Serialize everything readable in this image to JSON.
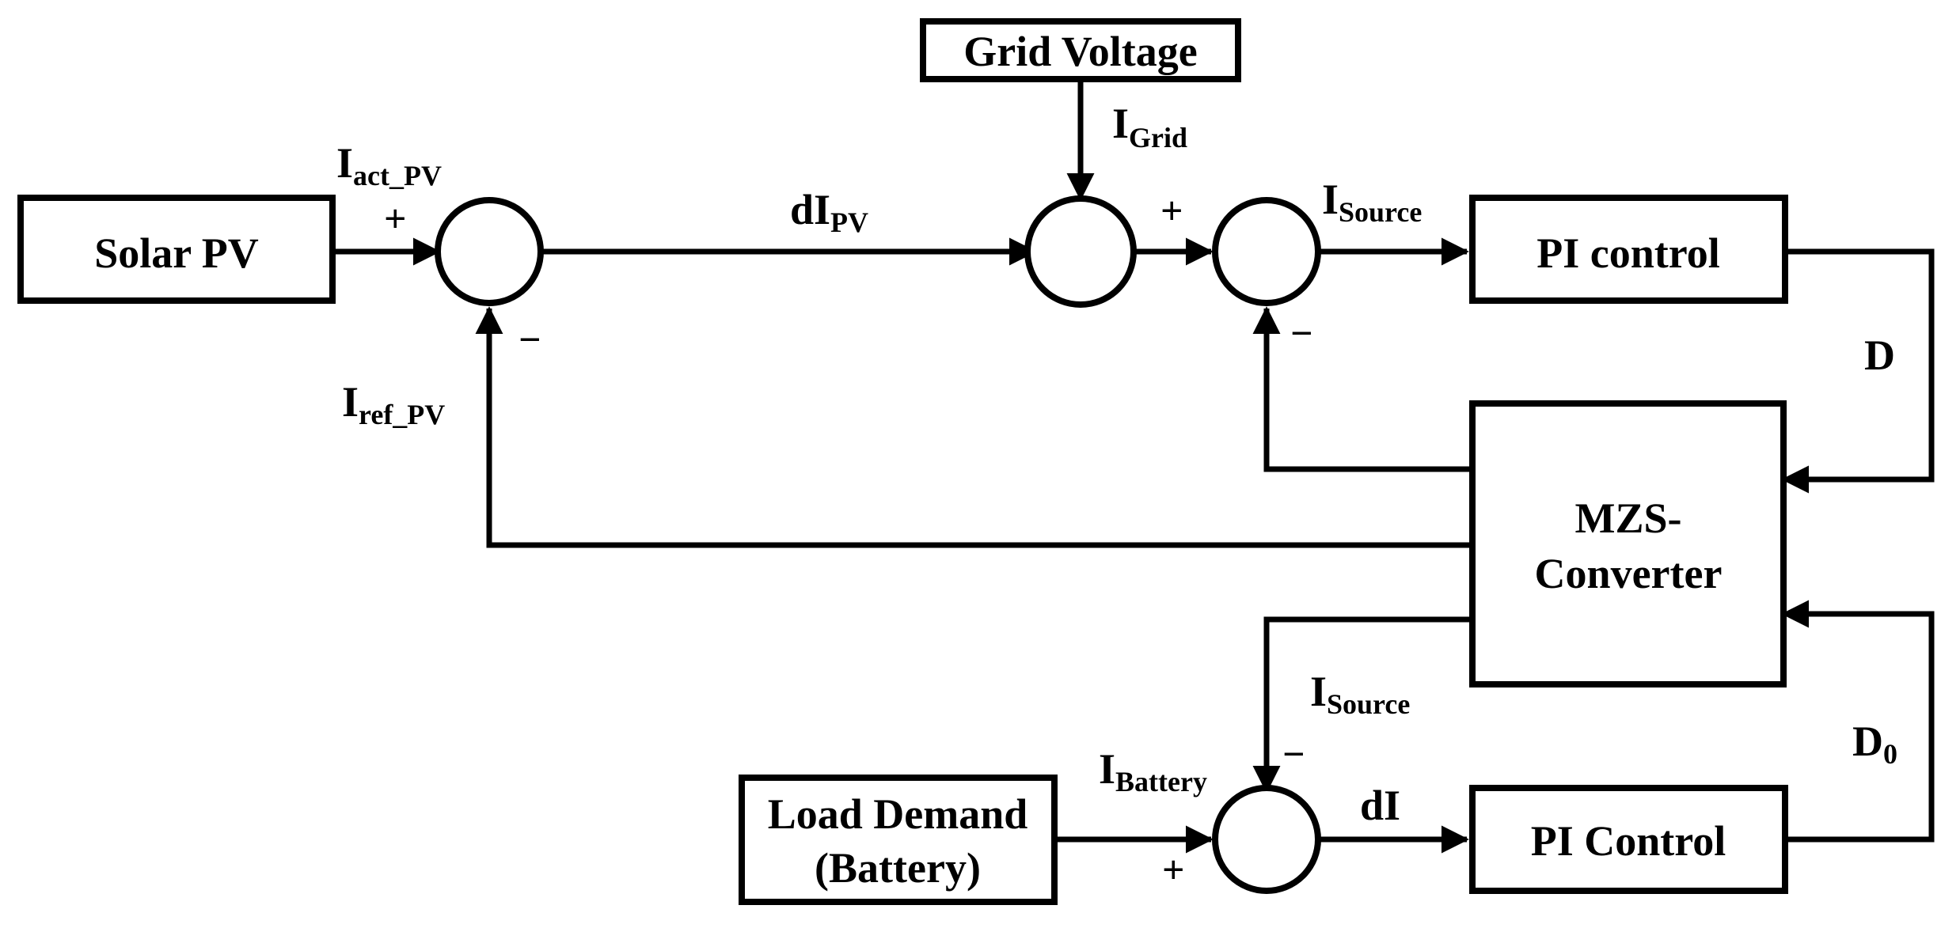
{
  "blocks": {
    "solar_pv": "Solar PV",
    "grid_voltage": "Grid Voltage",
    "pi_control_top": "PI control",
    "mzs_converter_line1": "MZS-",
    "mzs_converter_line2": "Converter",
    "load_demand_line1": "Load Demand",
    "load_demand_line2": "(Battery)",
    "pi_control_bottom": "PI Control"
  },
  "signals": {
    "i_act_pv": {
      "base": "I",
      "sub": "act_PV"
    },
    "i_ref_pv": {
      "base": "I",
      "sub": "ref_PV"
    },
    "di_pv": {
      "base": "dI",
      "sub": "PV"
    },
    "i_grid": {
      "base": "I",
      "sub": "Grid"
    },
    "i_source_top": {
      "base": "I",
      "sub": "Source"
    },
    "i_source_bottom": {
      "base": "I",
      "sub": "Source"
    },
    "i_battery": {
      "base": "I",
      "sub": "Battery"
    },
    "d": {
      "base": "D"
    },
    "d0": {
      "base": "D",
      "sub": "0"
    },
    "di": {
      "base": "dI"
    }
  },
  "signs": {
    "sum1_plus": "+",
    "sum1_minus": "−",
    "sum3_plus": "+",
    "sum3_minus": "−",
    "sum4_minus": "−",
    "sum4_plus": "+"
  }
}
